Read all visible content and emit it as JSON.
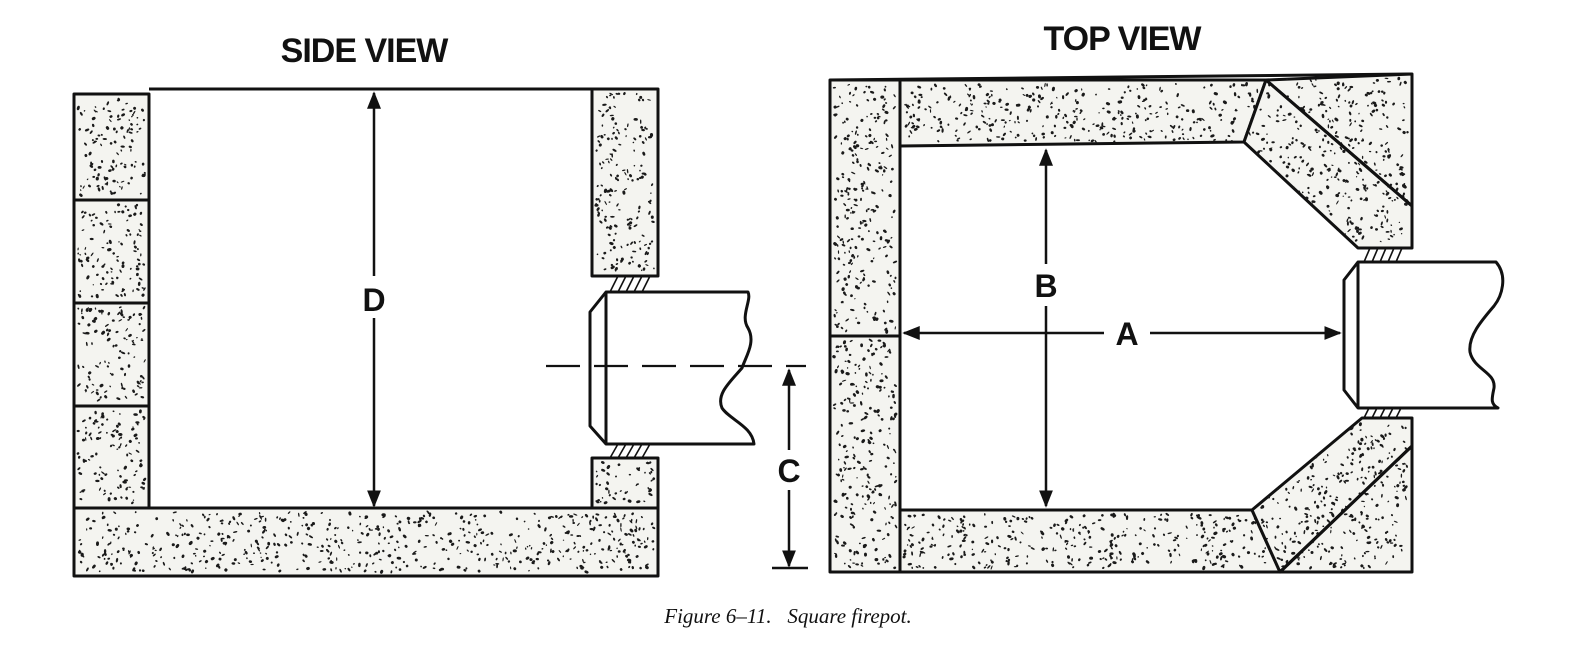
{
  "figure": {
    "side_view_title": "SIDE VIEW",
    "top_view_title": "TOP VIEW",
    "caption": "Figure 6–11.   Square firepot."
  },
  "dimensions": {
    "a": "A",
    "b": "B",
    "c": "C",
    "d": "D"
  }
}
